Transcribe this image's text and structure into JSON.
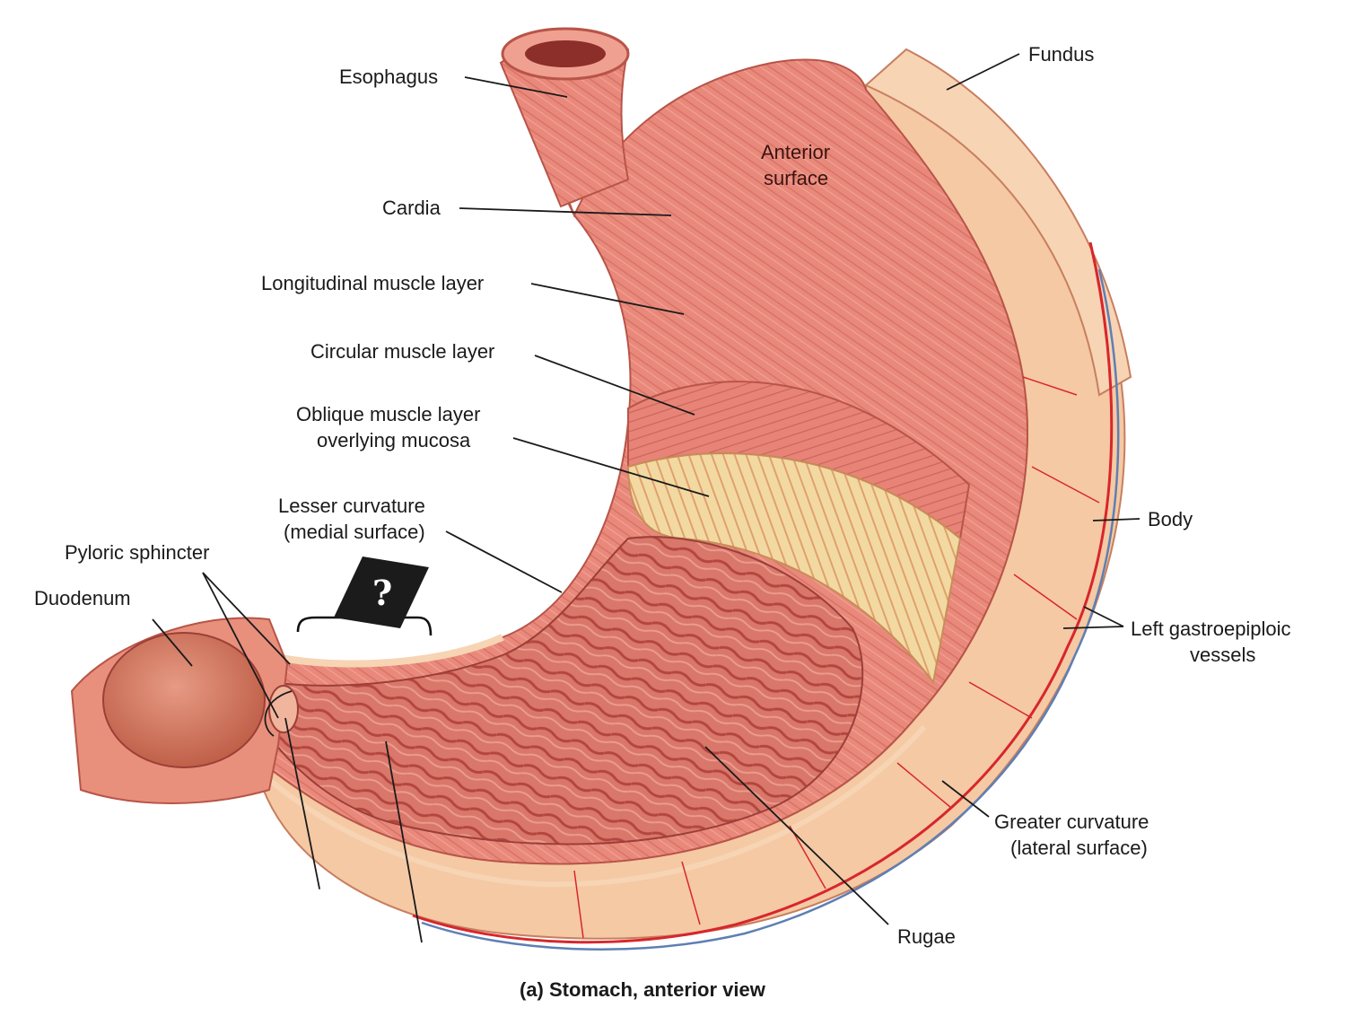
{
  "figure": {
    "caption": "(a) Stomach, anterior view",
    "hidden_label_marker": "?"
  },
  "labels": {
    "esophagus": "Esophagus",
    "fundus": "Fundus",
    "anterior_surface_1": "Anterior",
    "anterior_surface_2": "surface",
    "cardia": "Cardia",
    "longitudinal": "Longitudinal muscle layer",
    "circular": "Circular muscle layer",
    "oblique_1": "Oblique muscle layer",
    "oblique_2": "overlying mucosa",
    "lesser_1": "Lesser curvature",
    "lesser_2": "(medial surface)",
    "pyloric_sphincter": "Pyloric sphincter",
    "duodenum": "Duodenum",
    "body": "Body",
    "left_gastro_1": "Left gastroepiploic",
    "left_gastro_2": "vessels",
    "greater_1": "Greater curvature",
    "greater_2": "(lateral surface)",
    "rugae": "Rugae"
  },
  "colors": {
    "muscle": "#e9897c",
    "muscle_dark": "#c8594e",
    "serosa": "#f4c9a4",
    "mucosa": "#d9776a",
    "mucosa_dark": "#b9514a",
    "oblique": "#f2d9a2",
    "vessel_red": "#d8262b",
    "vessel_blue": "#5e7fb4"
  }
}
